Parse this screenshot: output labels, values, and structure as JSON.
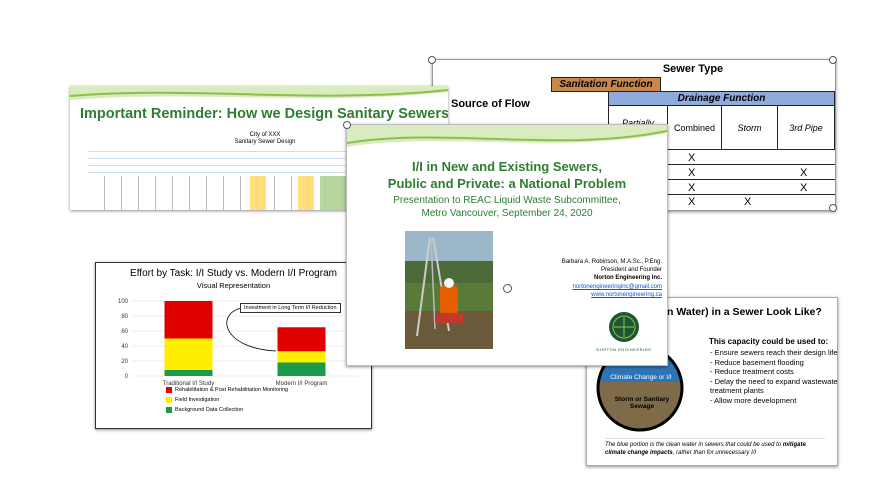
{
  "table_slide": {
    "title": "Sewer Type",
    "source_label": "Source of Flow",
    "sanitation": "Sanitation Function",
    "drainage": "Drainage Function",
    "col_partial": "Partially Separated/",
    "col_combined": "Combined",
    "col_storm": "Storm",
    "col_3rdpipe": "3rd Pipe",
    "mark": "X",
    "colors": {
      "sanitation_bg": "#c9874a",
      "drainage_bg": "#8faadc"
    }
  },
  "reminder_slide": {
    "title": "Important Reminder: How we Design Sanitary Sewers",
    "sheet_title_1": "City of XXX",
    "sheet_title_2": "Sanitary Sewer Design"
  },
  "main_slide": {
    "title_line1": "I/I in New and Existing Sewers,",
    "title_line2": "Public and Private: a National Problem",
    "subtitle_line1": "Presentation to REAC Liquid Waste Subcommittee,",
    "subtitle_line2": "Metro Vancouver, September 24, 2020",
    "author": "Barbara A. Robinson, M.A.Sc., P.Eng.",
    "role": "President and Founder",
    "company": "Norton Engineering Inc.",
    "email": "nortonengineeringinc@gmail.com",
    "website": "www.nortonengineering.ca",
    "logo_text": "NORTON ENGINEERING"
  },
  "effort_slide": {
    "title": "Effort by Task: I/I Study vs. Modern I/I Program",
    "subtitle": "Visual Representation",
    "callout": "Investment in Long Term I/I Reduction",
    "legend": [
      {
        "label": "Rehabilitation & Post Rehabilitation Monitoring",
        "color": "#e00000"
      },
      {
        "label": "Field Investigation",
        "color": "#ffee00"
      },
      {
        "label": "Background Data Collection",
        "color": "#1a9a4a"
      }
    ]
  },
  "chart_data": {
    "type": "bar",
    "categories": [
      "Traditional I/I Study",
      "Modern I/I Program"
    ],
    "series": [
      {
        "name": "Background Data Collection",
        "values": [
          8,
          18
        ],
        "color": "#1a9a4a"
      },
      {
        "name": "Field Investigation",
        "values": [
          42,
          15
        ],
        "color": "#ffee00"
      },
      {
        "name": "Rehabilitation & Post Rehabilitation Monitoring",
        "values": [
          50,
          32
        ],
        "color": "#e00000"
      }
    ],
    "yticks": [
      "0",
      "20",
      "40",
      "60",
      "80",
      "100"
    ],
    "ylim": [
      0,
      100
    ],
    "title": "Effort by Task: I/I Study vs. Modern I/I Program"
  },
  "capacity_slide": {
    "title_fragment": "n Water) in a Sewer Look Like?",
    "capacity_heading": "This capacity could be used to:",
    "bullets": [
      "Ensure sewers reach their design life",
      "Reduce basement flooding",
      "Reduce treatment costs",
      "Delay the need to expand wastewater treatment plants",
      "Allow more development"
    ],
    "circle_top": "Climate Change or I/I",
    "circle_bottom": "Storm or Sanitary Sewage",
    "footer_plain": "The blue portion is the clean water in sewers that could be used to ",
    "footer_bold": "mitigate climate change impacts",
    "footer_end": ", rather than for unnecessary I/I"
  }
}
